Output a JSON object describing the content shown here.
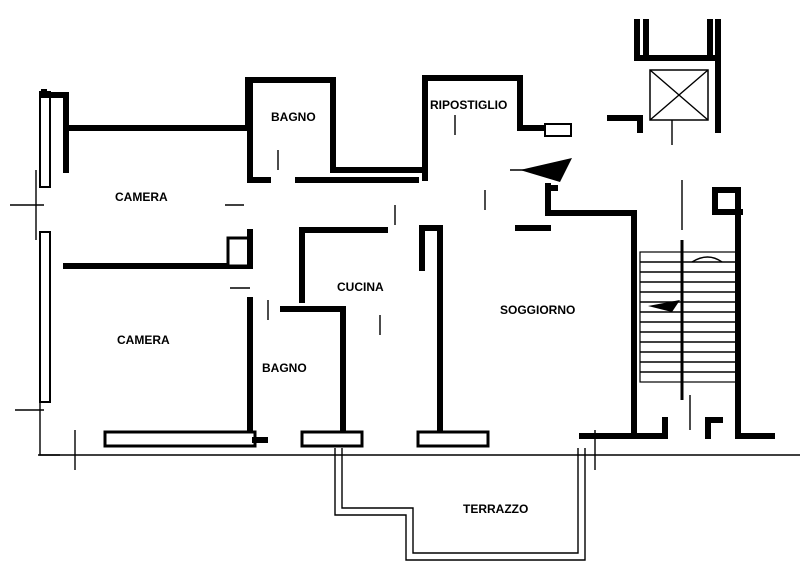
{
  "plan": {
    "rooms": [
      {
        "id": "camera-top",
        "label": "CAMERA"
      },
      {
        "id": "camera-bottom",
        "label": "CAMERA"
      },
      {
        "id": "bagno-top",
        "label": "BAGNO"
      },
      {
        "id": "bagno-bottom",
        "label": "BAGNO"
      },
      {
        "id": "ripostiglio",
        "label": "RIPOSTIGLIO"
      },
      {
        "id": "cucina",
        "label": "CUCINA"
      },
      {
        "id": "soggiorno",
        "label": "SOGGIORNO"
      },
      {
        "id": "terrazzo",
        "label": "TERRAZZO"
      }
    ]
  }
}
